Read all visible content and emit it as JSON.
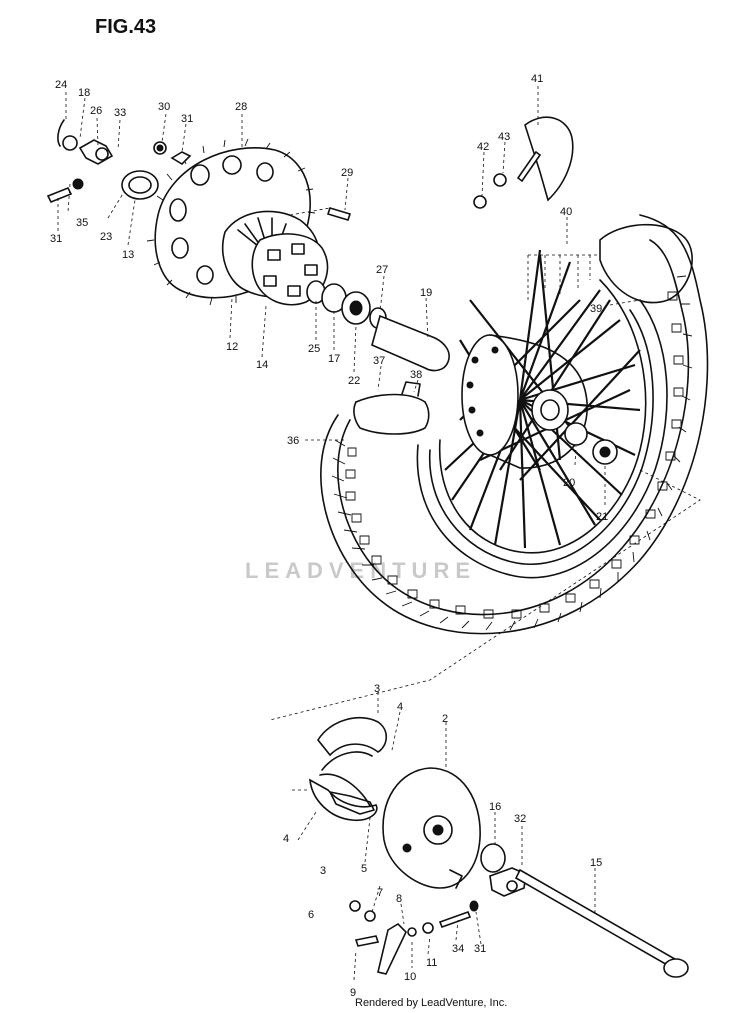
{
  "figure": {
    "title": "FIG.43",
    "watermark": "LEADVENTURE",
    "credit": "Rendered by LeadVenture, Inc."
  },
  "callouts": {
    "c24": "24",
    "c18": "18",
    "c26": "26",
    "c33": "33",
    "c30": "30",
    "c31a": "31",
    "c28": "28",
    "c41": "41",
    "c43": "43",
    "c42": "42",
    "c29": "29",
    "c40": "40",
    "c35": "35",
    "c31b": "31",
    "c23": "23",
    "c13": "13",
    "c27": "27",
    "c19": "19",
    "c39": "39",
    "c12": "12",
    "c14": "14",
    "c25": "25",
    "c17": "17",
    "c22": "22",
    "c37": "37",
    "c38": "38",
    "c36": "36",
    "c20": "20",
    "c21": "21",
    "c3a": "3",
    "c4a": "4",
    "c2": "2",
    "c4b": "4",
    "c3b": "3",
    "c5": "5",
    "c16": "16",
    "c32": "32",
    "c15": "15",
    "c7": "7",
    "c6": "6",
    "c8": "8",
    "c9": "9",
    "c10": "10",
    "c11": "11",
    "c34": "34",
    "c31c": "31"
  }
}
